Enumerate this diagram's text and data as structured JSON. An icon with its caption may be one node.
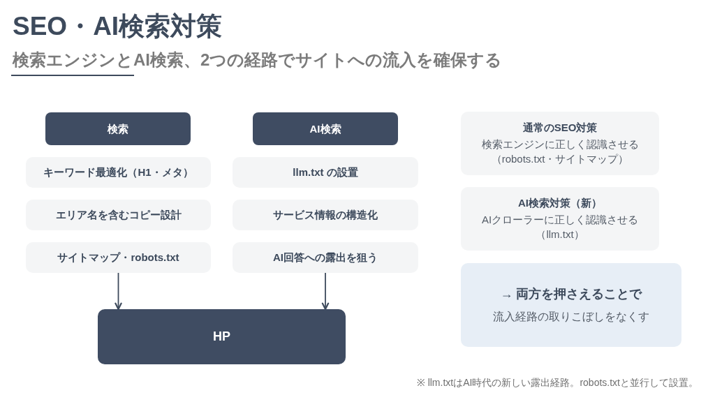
{
  "diagram": {
    "title": "SEO・AI検索対策",
    "nodes": [
      {
        "text": [
          "検索"
        ]
      },
      {
        "text": [
          "キーワード最適化（H1・メタ）"
        ]
      },
      {
        "text": [
          "エリア名を含むコピー設計"
        ]
      },
      {
        "text": [
          "サイトマップ・robots.txt"
        ]
      },
      {
        "text": [
          "AI検索"
        ]
      },
      {
        "text": [
          "llm.txt の設置"
        ]
      },
      {
        "text": [
          "サービス情報の構造化"
        ]
      },
      {
        "text": [
          "AI回答への露出を狙う"
        ]
      },
      {
        "text": [
          "HP"
        ]
      },
      {
        "text": [
          "通常のSEO対策",
          "検索エンジンに正しく認識させる（robots.txt・サイトマップ）"
        ]
      },
      {
        "text": [
          "AI検索対策（新）",
          "AIクローラーに正しく認識させる（llm.txt）"
        ]
      },
      {
        "text": [
          "→ 両方を押さえることで",
          "流入経路の取りこぼしをなくす"
        ]
      }
    ],
    "edges": [
      {
        "from": 3,
        "to": 8,
        "arrow": "to"
      },
      {
        "from": 7,
        "to": 8,
        "arrow": "to"
      }
    ],
    "labels": [
      "検索エンジンとAI検索、2つの経路でサイトへの流入を確保する",
      "※ llm.txtはAI時代の新しい露出経路。robots.txtと並行して設置。"
    ]
  }
}
